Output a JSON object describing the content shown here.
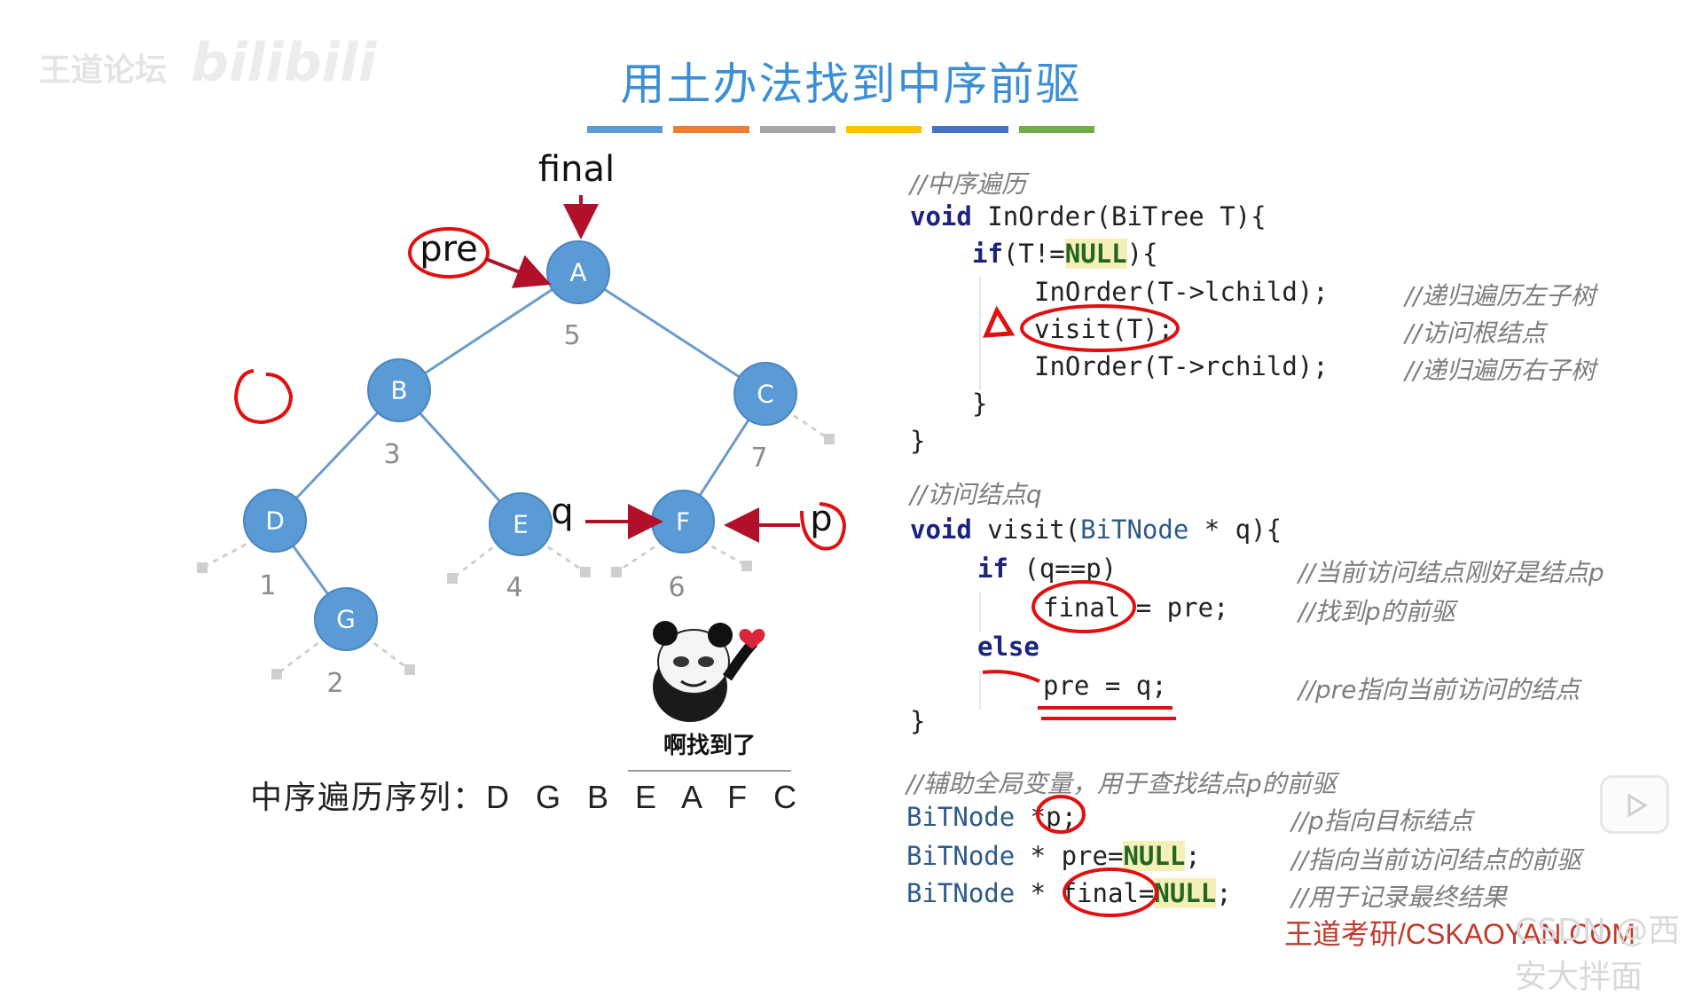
{
  "watermark": {
    "left": "王道论坛",
    "right": "bilibili"
  },
  "title": "用土办法找到中序前驱",
  "colors": {
    "title": "#3b8fd6",
    "node": "#5b9bd5",
    "edge": "#6a9ccc",
    "annotation": "#e01010",
    "arrow": "#b0102a",
    "footer": "#c0392b"
  },
  "tree": {
    "nodes": [
      {
        "label": "A",
        "order": "5"
      },
      {
        "label": "B",
        "order": "3"
      },
      {
        "label": "C",
        "order": "7"
      },
      {
        "label": "D",
        "order": "1"
      },
      {
        "label": "E",
        "order": "4"
      },
      {
        "label": "F",
        "order": "6"
      },
      {
        "label": "G",
        "order": "2"
      }
    ],
    "pointers": {
      "final": "final",
      "pre": "pre",
      "q": "q",
      "p": "p"
    }
  },
  "sequence": {
    "label": "中序遍历序列：",
    "value": "D G B E A F C"
  },
  "meme_caption": "啊找到了",
  "code": {
    "comment_inorder": "//中序遍历",
    "l_void1": "void",
    "l_inorder_sig": " InOrder(BiTree T){",
    "l_if1": "if",
    "l_if1_cond": "(T!=",
    "null": "NULL",
    "l_if1_end": "){",
    "l_call_left": "InOrder(T->lchild);",
    "cm_left": "//递归遍历左子树",
    "l_visit_call": "visit(T);",
    "cm_visit": "//访问根结点",
    "l_call_right": "InOrder(T->rchild);",
    "cm_right": "//递归遍历右子树",
    "brace_close": "}",
    "comment_visit": "//访问结点q",
    "l_void2": "void",
    "l_visit_sig_a": " visit(",
    "l_visit_type": "BiTNode",
    "l_visit_sig_b": " * q){",
    "l_if2": "if",
    "l_if2_cond": " (q==p)",
    "cm_if2": "//当前访问结点刚好是结点p",
    "l_final_assign": "final = pre;",
    "cm_final": "//找到p的前驱",
    "l_else": "else",
    "l_pre_assign": "pre = q;",
    "cm_pre": "//pre指向当前访问的结点",
    "comment_global": "//辅助全局变量，用于查找结点p的前驱",
    "g_type": "BiTNode",
    "g1_rest": " *p;",
    "cm_g1": "//p指向目标结点",
    "g2_rest": " * pre=",
    "g2_end": ";",
    "cm_g2": "//指向当前访问结点的前驱",
    "g3_rest": " * final=",
    "g3_end": ";",
    "cm_g3": "//用于记录最终结果"
  },
  "footer": {
    "site": "王道考研/CSKAOYAN.COM",
    "author": "CSDN @西安大拌面"
  }
}
